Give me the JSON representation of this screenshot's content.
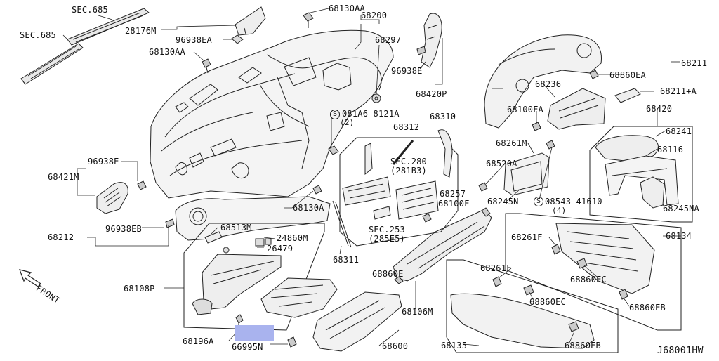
{
  "diagram_code": "J68001HW",
  "highlight_color": "#a9b3ee",
  "front_label": "FRONT",
  "labels": {
    "sec685_a": "SEC.685",
    "sec685_b": "SEC.685",
    "p28176m": "28176M",
    "p96938ea": "96938EA",
    "p68130aa_top": "68130AA",
    "p68130aa_left": "68130AA",
    "p68200": "68200",
    "p68297": "68297",
    "p96938e_top": "96938E",
    "p68420p": "68420P",
    "p081a6": "081A6-8121A",
    "p081a6_qty": "(2)",
    "p68312": "68312",
    "p68310": "68310",
    "p96938e_left": "96938E",
    "p68421m": "68421M",
    "sec280": "SEC.280",
    "sec280_sub": "(281B3)",
    "p68257": "68257",
    "p68100f": "68100F",
    "sec253": "SEC.253",
    "sec253_sub": "(285E5)",
    "p68130a": "68130A",
    "p68212": "68212",
    "p96938eb": "96938EB",
    "p68513m": "68513M",
    "p24860m": "24860M",
    "p26479": "26479",
    "p68311": "68311",
    "p68108p": "68108P",
    "p68860e": "68860E",
    "p68106m": "68106M",
    "p68196a": "68196A",
    "p66995n": "66995N",
    "p68600": "68600",
    "p68211": "68211",
    "p68860ea": "68860EA",
    "p68236": "68236",
    "p68211a": "68211+A",
    "p68100fa": "68100FA",
    "p68420": "68420",
    "p68241": "68241",
    "p68116": "68116",
    "p68261m": "68261M",
    "p68520a": "68520A",
    "p68245n": "68245N",
    "p08543": "08543-41610",
    "p08543_qty": "(4)",
    "p68245na": "68245NA",
    "p68261f_right": "68261F",
    "p68134": "68134",
    "p68860ec_right": "68860EC",
    "p68860eb_right": "68860EB",
    "p68261f_mid": "68261F",
    "p68860ec_mid": "68860EC",
    "p68135": "68135",
    "p68860eb_mid": "68860EB"
  }
}
